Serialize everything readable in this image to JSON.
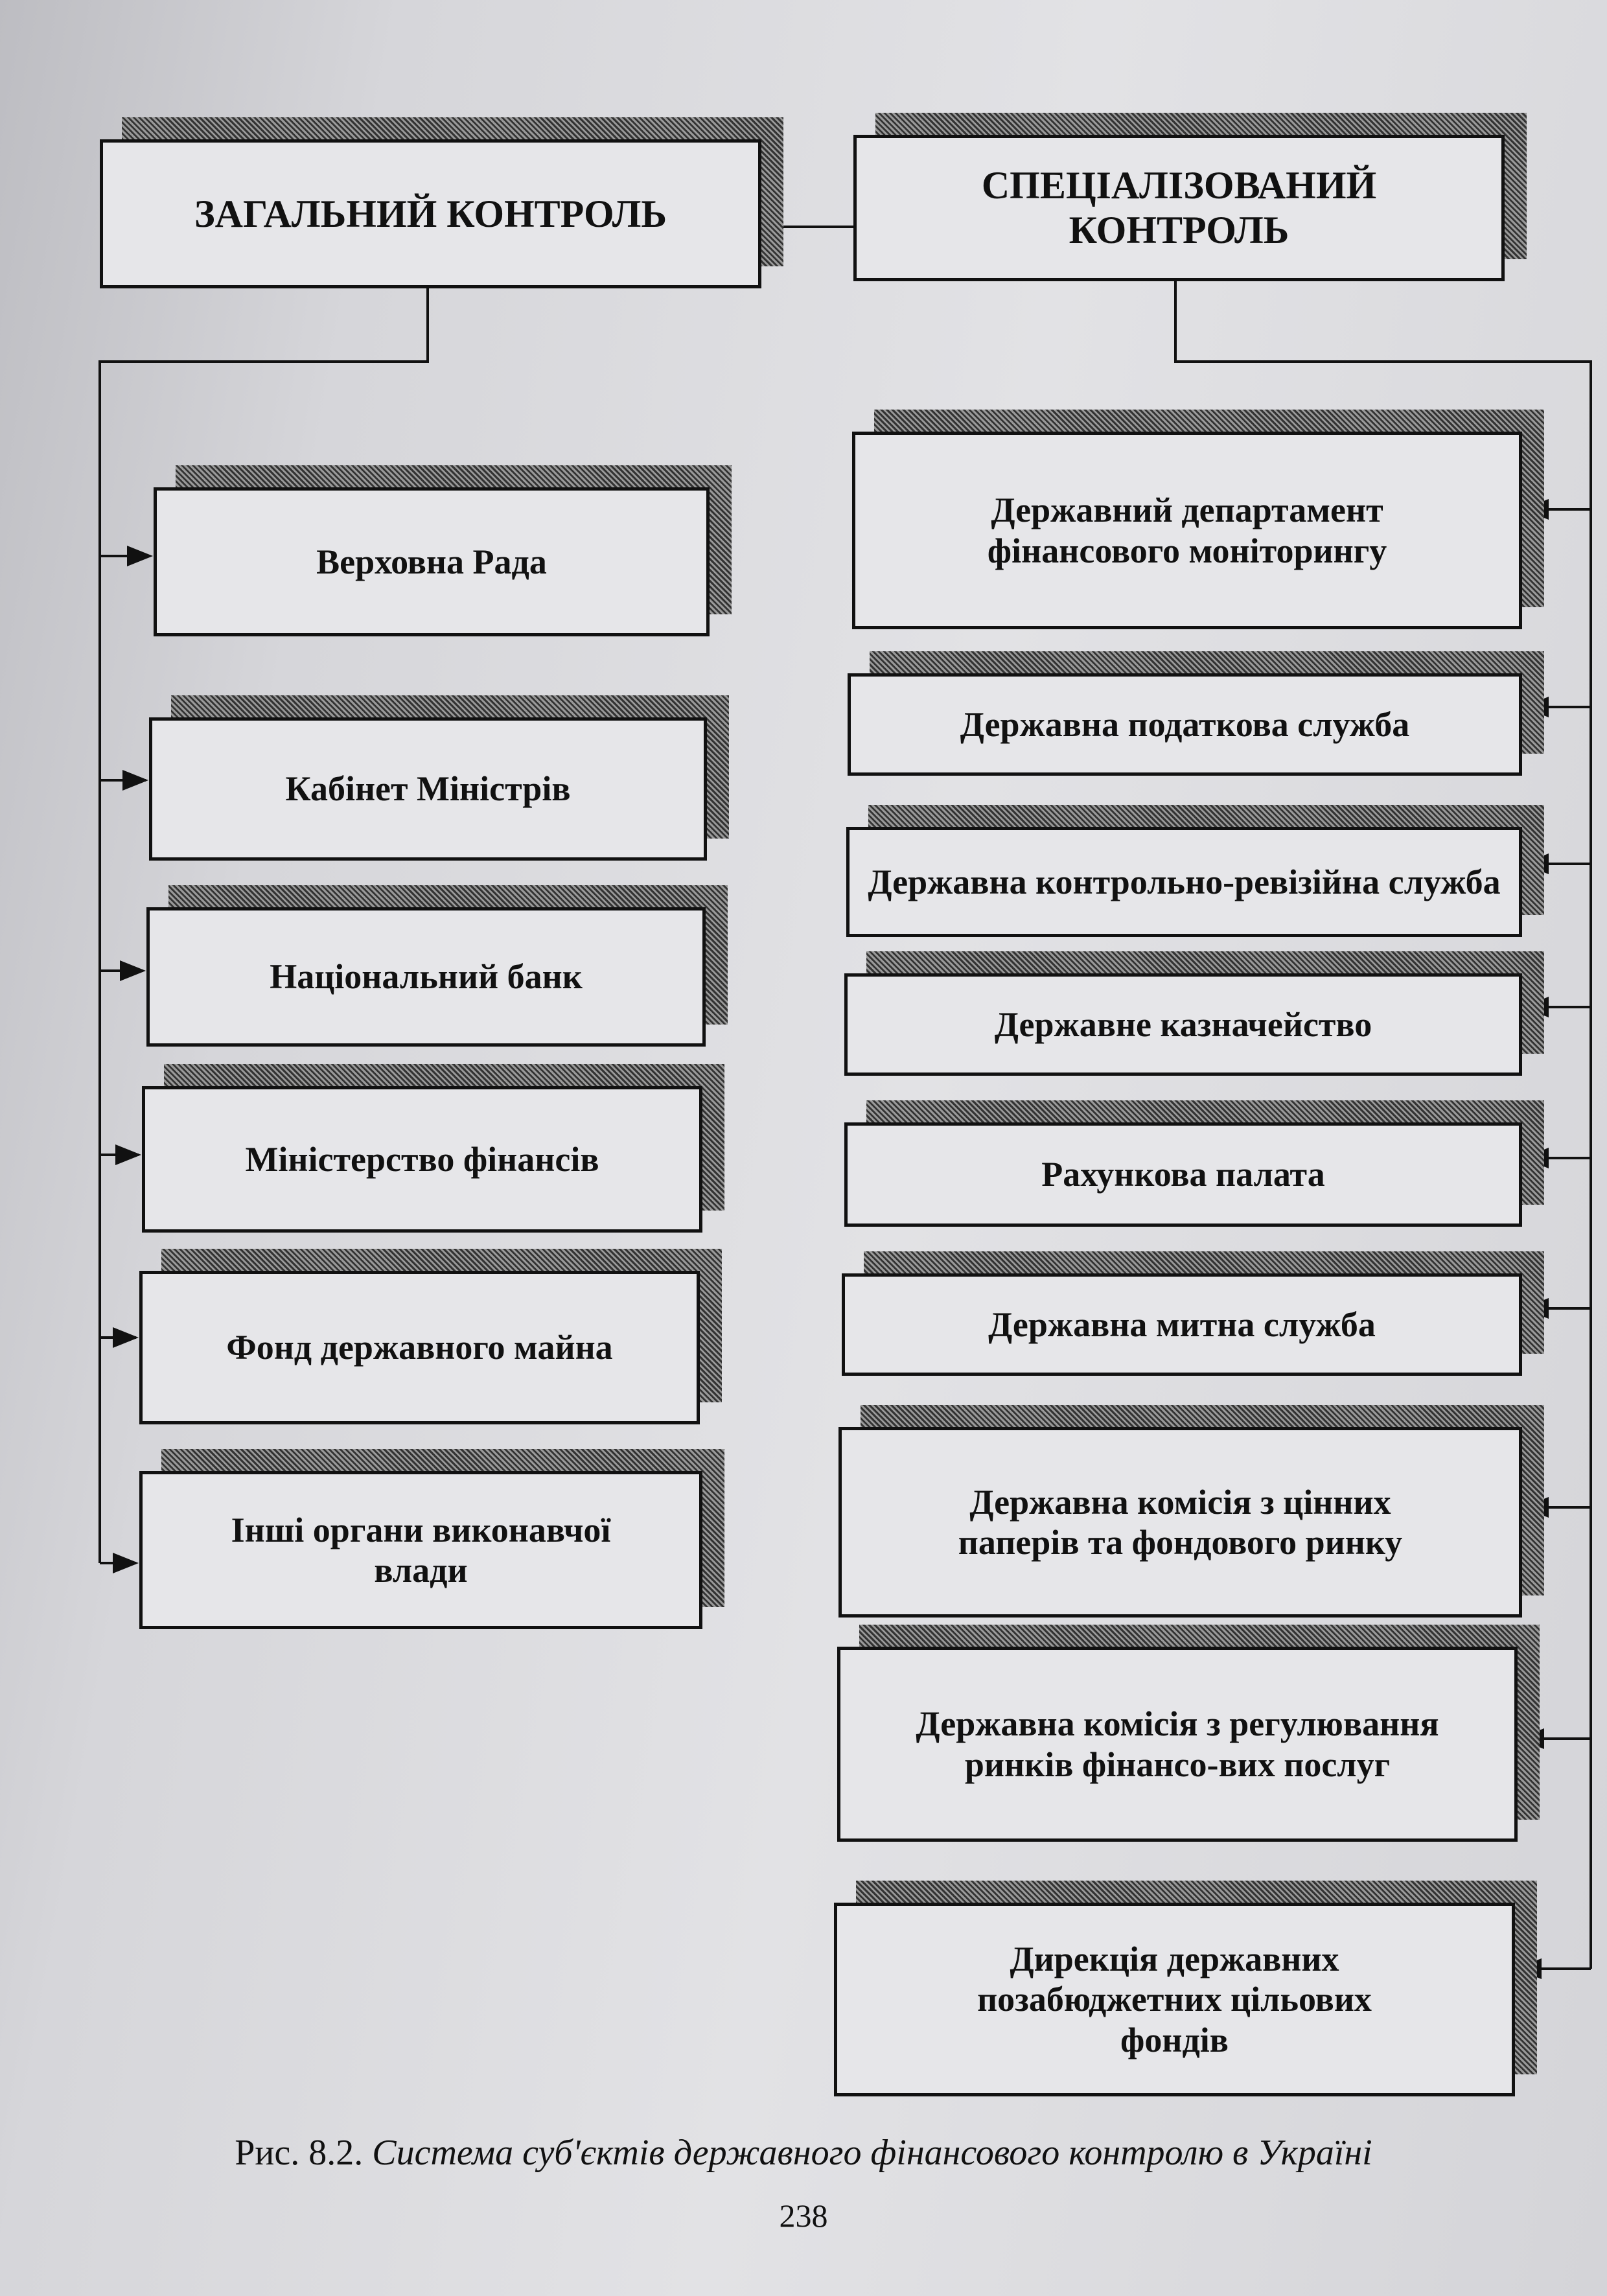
{
  "general": {
    "title": "ЗАГАЛЬНИЙ КОНТРОЛЬ",
    "items": [
      "Верховна Рада",
      "Кабінет Міністрів",
      "Національний банк",
      "Міністерство фінансів",
      "Фонд державного майна",
      "Інші органи виконавчої влади"
    ]
  },
  "specialized": {
    "title": "СПЕЦІАЛІЗОВАНИЙ КОНТРОЛЬ",
    "items": [
      "Державний департамент фінансового моніторингу",
      "Державна податкова служба",
      "Державна контрольно-ревізійна служба",
      "Державне казначейство",
      "Рахункова палата",
      "Державна митна служба",
      "Державна комісія з цінних паперів та фондового ринку",
      "Державна комісія з регулювання ринків фінансо-вих послуг",
      "Дирекція державних позабюджетних цільових фондів"
    ]
  },
  "caption": {
    "label": "Рис. 8.2.",
    "text": "Система суб'єктів державного фінансового контролю в Україні"
  },
  "page_number": "238"
}
